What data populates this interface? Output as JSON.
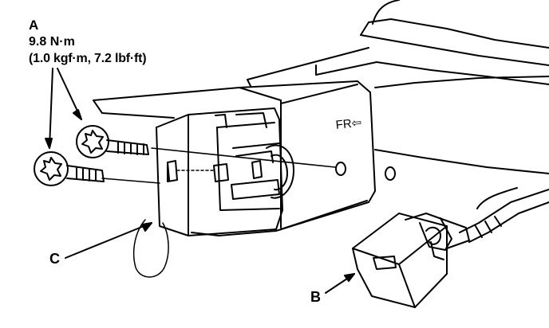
{
  "labels": {
    "a": {
      "letter": "A",
      "torque": "9.8 N·m",
      "conversion": "(1.0 kgf·m, 7.2 lbf·ft)"
    },
    "b": "B",
    "c": "C",
    "direction": "FR⇦"
  },
  "colors": {
    "line": "#000000",
    "background": "#ffffff"
  }
}
